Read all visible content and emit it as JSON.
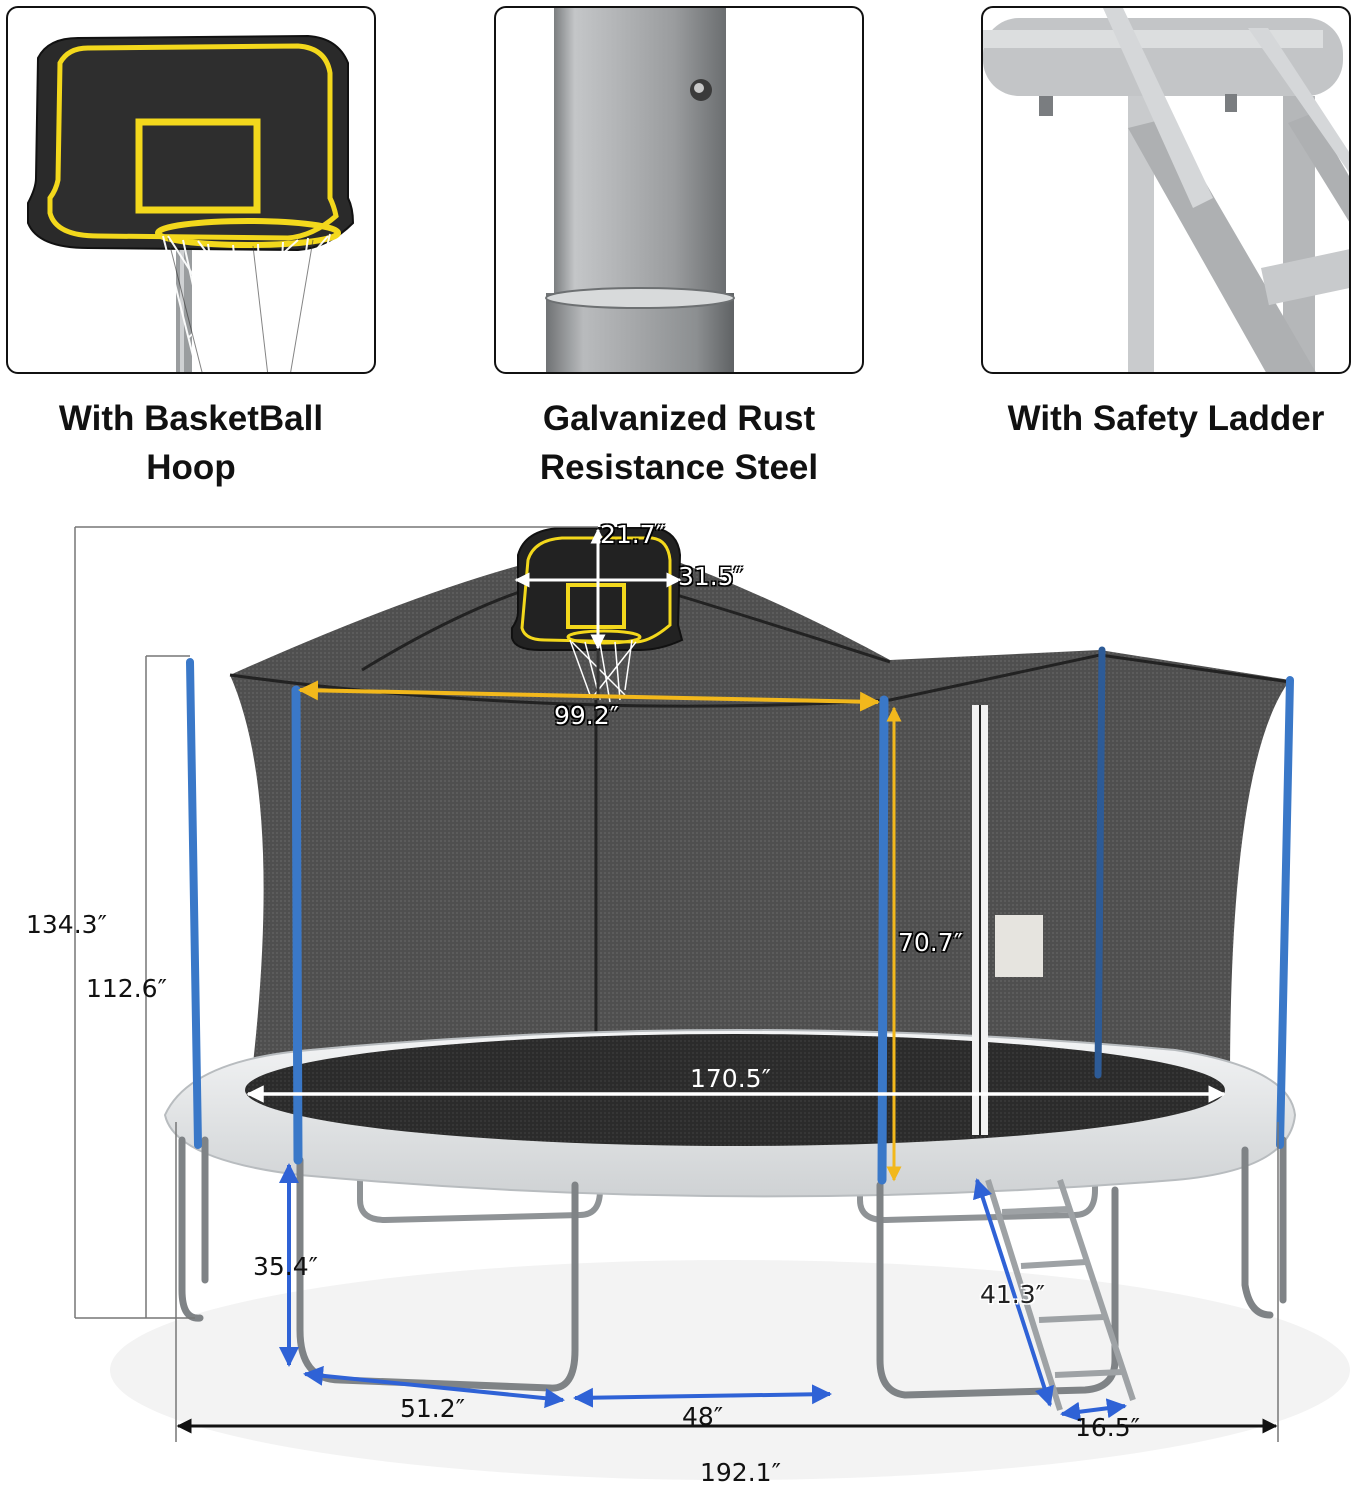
{
  "features": [
    {
      "id": "basketball-hoop",
      "caption_line1": "With BasketBall",
      "caption_line2": "Hoop"
    },
    {
      "id": "galvanized-steel",
      "caption_line1": "Galvanized Rust",
      "caption_line2": "Resistance Steel"
    },
    {
      "id": "safety-ladder",
      "caption_line1": "With Safety Ladder",
      "caption_line2": ""
    }
  ],
  "dimensions": {
    "backboard_height": "21.7″",
    "backboard_width": "31.5″",
    "enclosure_top_width": "99.2″",
    "total_height": "134.3″",
    "net_pole_height": "112.6″",
    "net_height": "70.7″",
    "jump_mat_diameter": "170.5″",
    "frame_height": "35.4″",
    "leg_width": "51.2″",
    "leg_spacing": "48″",
    "ladder_length": "41.3″",
    "ladder_width": "16.5″",
    "overall_diameter": "192.1″"
  },
  "colors": {
    "pole_blue": "#3a78c8",
    "dimension_yellow": "#f2b81c",
    "dimension_blue": "#2f62d6",
    "net_gray": "#4a4a4a",
    "backboard_black": "#222222",
    "backboard_yellow": "#f3d81c",
    "pad_white": "#e9ebec",
    "steel_gray": "#a9acaf"
  }
}
